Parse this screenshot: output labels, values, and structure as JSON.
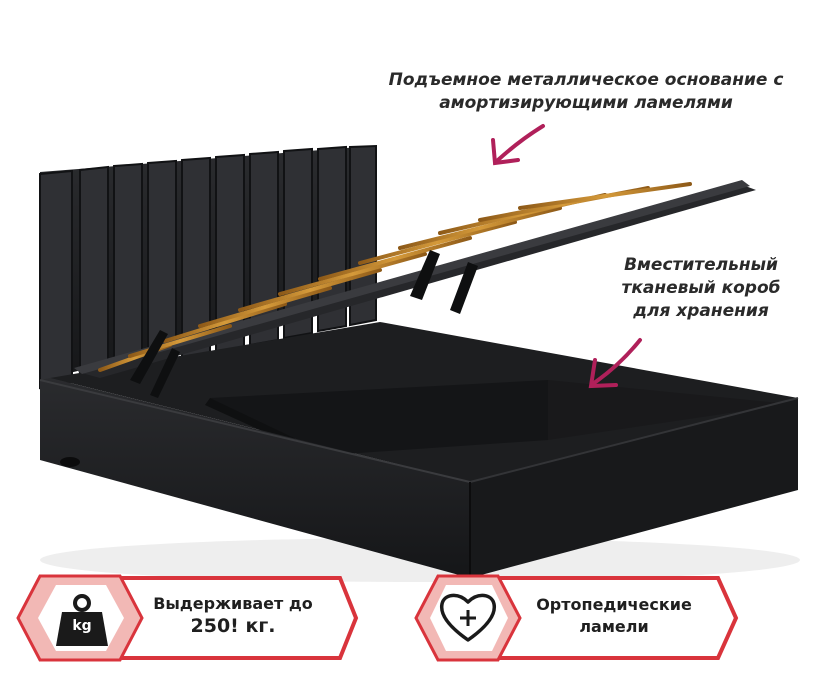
{
  "callouts": {
    "lift_base": {
      "line1": "Подъемное металлическое основание с",
      "line2": "амортизирующими ламелями"
    },
    "storage_box": {
      "line1": "Вместительный",
      "line2": "тканевый короб",
      "line3": "для хранения"
    }
  },
  "badges": {
    "weight": {
      "line1": "Выдерживает до",
      "line2": "250! кг.",
      "icon_label": "kg",
      "icon": "weight-icon"
    },
    "orthopedic": {
      "line1": "Ортопедические",
      "line2": "ламели",
      "icon": "heart-plus-icon"
    }
  },
  "colors": {
    "accent": "#b0205a",
    "badge_border": "#d9343c",
    "badge_icon_bg": "#f2b8b5",
    "upholstery": "#1c1d1f",
    "slats": "#c98a2c"
  }
}
